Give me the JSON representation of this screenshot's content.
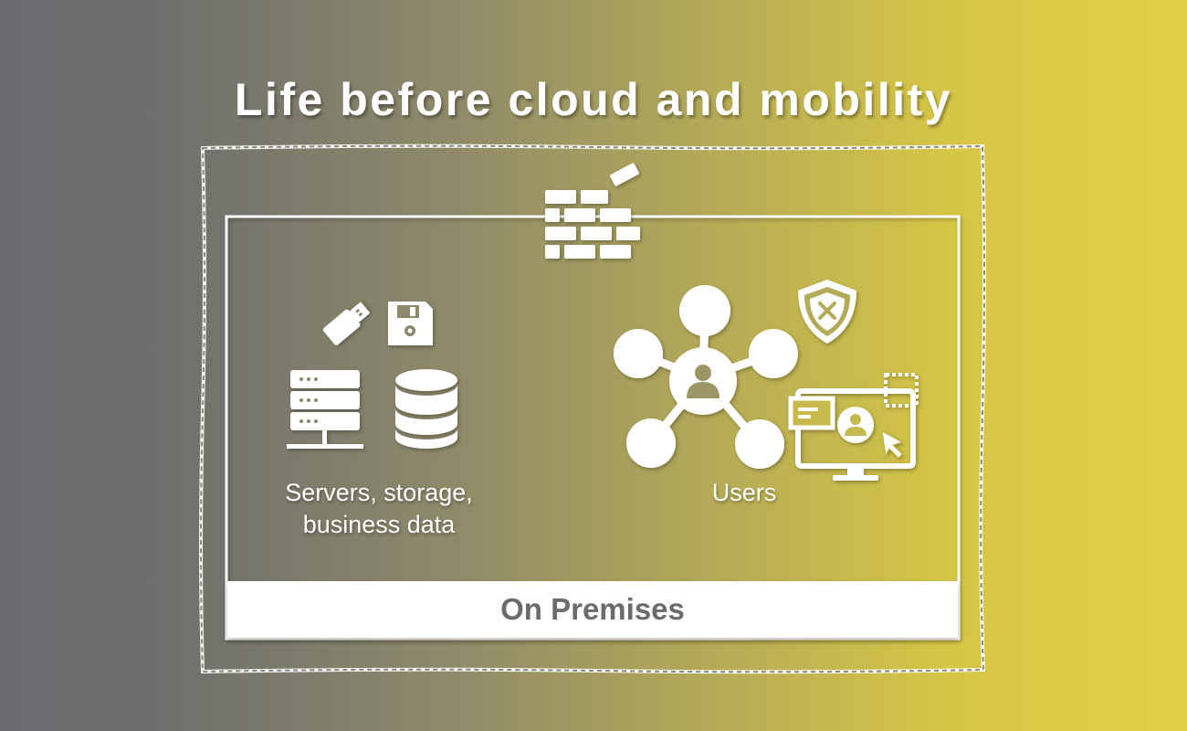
{
  "title": "Life before cloud and mobility",
  "labels": {
    "servers": "Servers, storage, business data",
    "users": "Users",
    "premises": "On Premises"
  },
  "icons": [
    "firewall-icon",
    "usb-drive-icon",
    "floppy-disk-icon",
    "server-rack-icon",
    "database-icon",
    "user-network-icon",
    "shield-x-icon",
    "remote-desktop-icon"
  ],
  "colors": {
    "gradient_left": "#6a6b70",
    "gradient_right": "#e2cf44",
    "foreground": "#ffffff",
    "premises_text": "#6b6b6b"
  }
}
